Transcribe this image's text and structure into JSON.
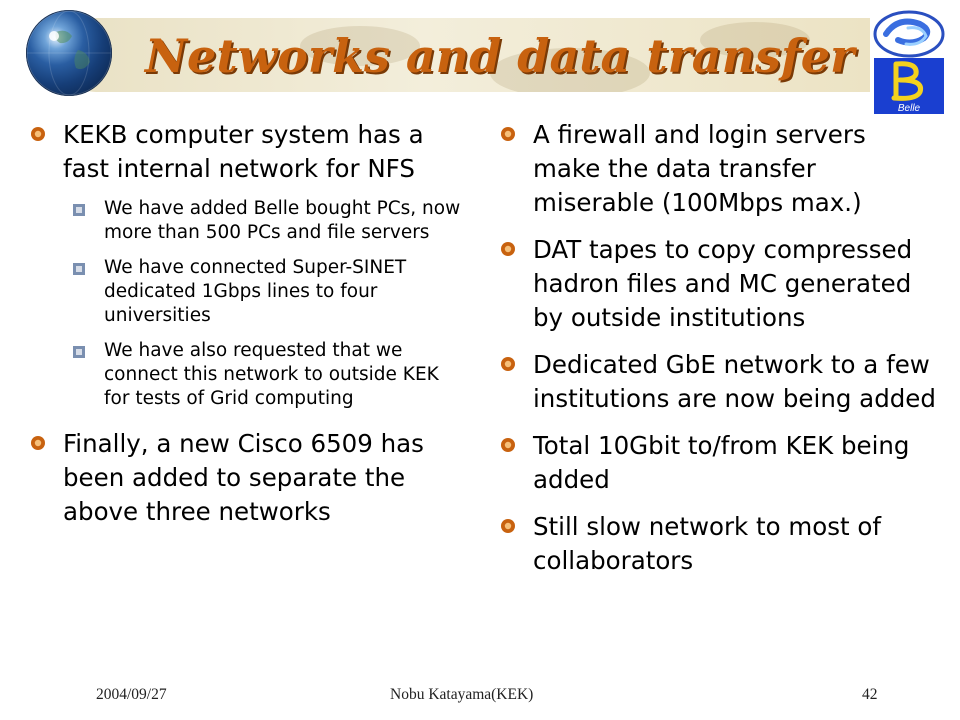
{
  "slide": {
    "title": "Networks and data transfer"
  },
  "logo": {
    "text": "Belle"
  },
  "left_column": {
    "bullets": [
      {
        "text": "KEKB computer system has a fast internal network for NFS",
        "subs": [
          "We have added Belle bought PCs, now more than 500 PCs and file servers",
          "We have connected Super-SINET dedicated 1Gbps lines to four universities",
          "We have also requested that we connect this network to outside KEK for tests of Grid computing"
        ]
      },
      {
        "text": "Finally, a new Cisco 6509 has been added to separate the above three networks"
      }
    ]
  },
  "right_column": {
    "bullets": [
      {
        "text": "A firewall and login servers make the data transfer miserable (100Mbps max.)"
      },
      {
        "text": "DAT tapes to copy compressed hadron files and MC generated by outside institutions"
      },
      {
        "text": "Dedicated GbE network to a few institutions are now being added"
      },
      {
        "text": "Total 10Gbit to/from KEK being added"
      },
      {
        "text": "Still slow network to most of collaborators"
      }
    ]
  },
  "footer": {
    "date": "2004/09/27",
    "author": "Nobu Katayama(KEK)",
    "page": "42"
  },
  "colors": {
    "title": "#c8620f",
    "bullet": "#c8620f",
    "sub_bullet": "#7a8fb0",
    "logo_blue": "#1a3fd0"
  },
  "icons": {
    "bullet": "circle-bullet-icon",
    "sub_bullet": "square-bullet-icon",
    "globe": "globe-icon",
    "logo": "belle-logo"
  }
}
